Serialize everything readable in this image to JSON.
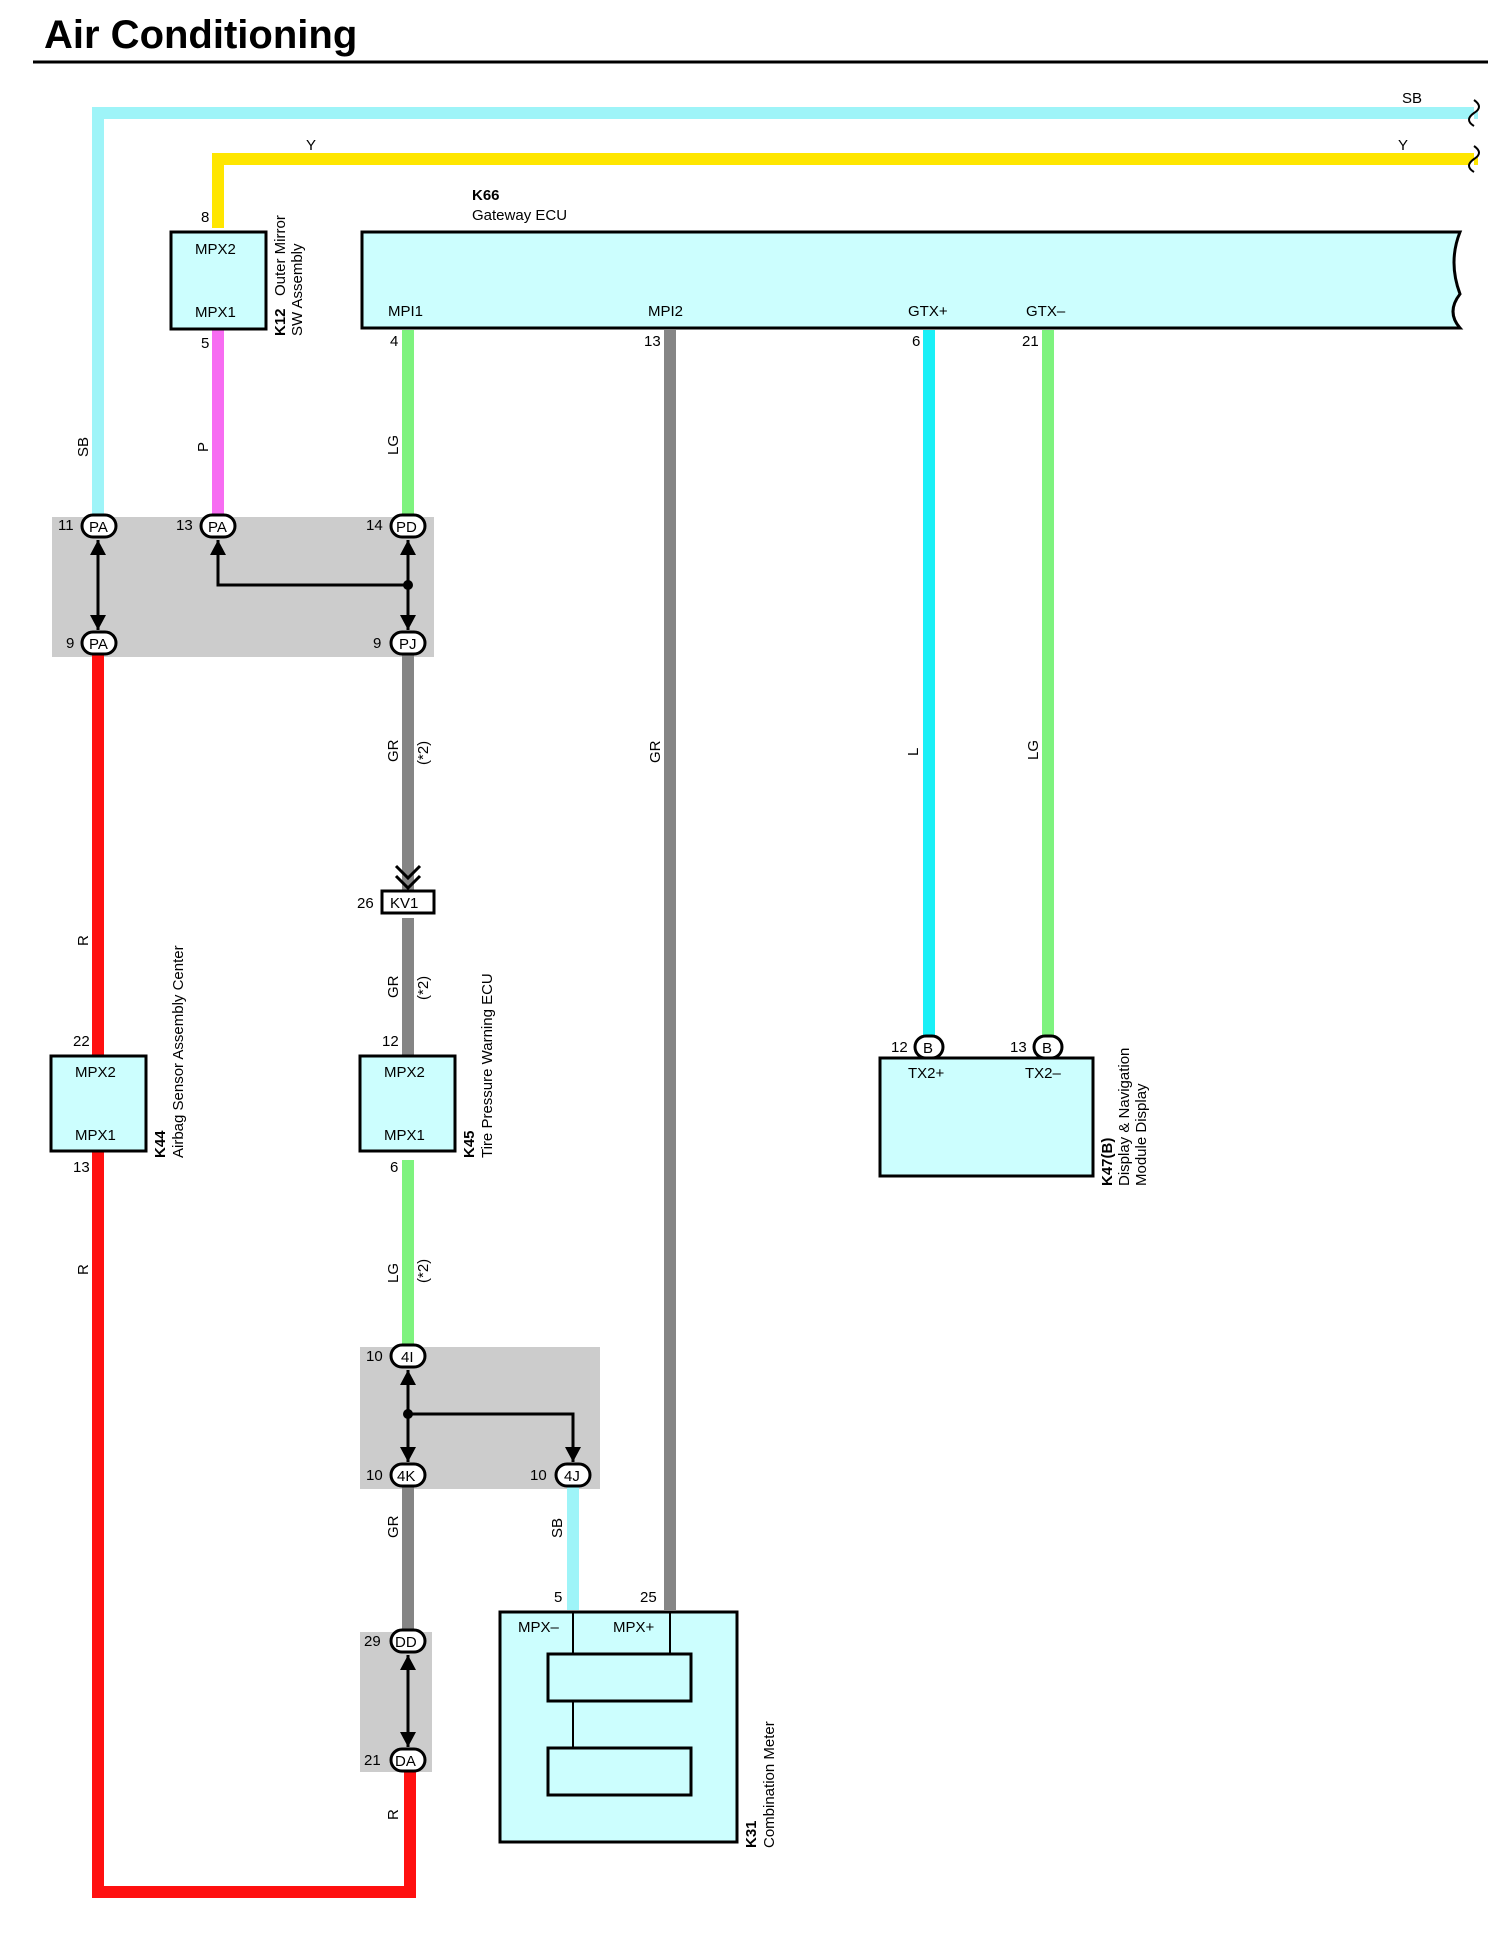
{
  "title": "Air Conditioning",
  "colors": {
    "SB": "#9ef4f8",
    "Y": "#ffe600",
    "P": "#f76cf2",
    "LG": "#7ef37e",
    "GR": "#858585",
    "L": "#19f0f7",
    "R": "#ff1010",
    "component_fill": "#ccfefe",
    "junction_fill": "#cccccc"
  },
  "top_wires": {
    "sb": "SB",
    "y": "Y",
    "y_left": "Y"
  },
  "k66": {
    "code": "K66",
    "name": "Gateway ECU",
    "pins": [
      {
        "label": "MPI1",
        "num": "4",
        "wire": "LG"
      },
      {
        "label": "MPI2",
        "num": "13",
        "wire": "GR"
      },
      {
        "label": "GTX+",
        "num": "6",
        "wire": "L"
      },
      {
        "label": "GTX–",
        "num": "21",
        "wire": "LG"
      }
    ]
  },
  "k12": {
    "code": "K12",
    "name_line1": "Outer Mirror",
    "name_line2": "SW Assembly",
    "pin_top": {
      "label": "MPX2",
      "num": "8"
    },
    "pin_bottom": {
      "label": "MPX1",
      "num": "5"
    },
    "wire_bottom": "P"
  },
  "left_wire": "SB",
  "junction1": {
    "pins": [
      {
        "num": "11",
        "conn": "PA"
      },
      {
        "num": "13",
        "conn": "PA"
      },
      {
        "num": "14",
        "conn": "PD"
      },
      {
        "num": "9",
        "conn": "PA"
      },
      {
        "num": "9",
        "conn": "PJ"
      }
    ]
  },
  "gr_note_1": "GR",
  "star_note": "(*2)",
  "kv1": {
    "num": "26",
    "conn": "KV1"
  },
  "gr_note_2": "GR",
  "k44": {
    "code": "K44",
    "name": "Airbag Sensor Assembly Center",
    "pin_top": {
      "label": "MPX2",
      "num": "22"
    },
    "pin_bottom": {
      "label": "MPX1",
      "num": "13"
    },
    "wire_top": "R",
    "wire_bottom": "R"
  },
  "k45": {
    "code": "K45",
    "name": "Tire Pressure Warning ECU",
    "pin_top": {
      "label": "MPX2",
      "num": "12"
    },
    "pin_bottom": {
      "label": "MPX1",
      "num": "6"
    },
    "wire_bottom": "LG"
  },
  "k47": {
    "code": "K47(B)",
    "name_line1": "Display & Navigation",
    "name_line2": "Module Display",
    "pins": [
      {
        "label": "TX2+",
        "num": "12",
        "conn": "B"
      },
      {
        "label": "TX2–",
        "num": "13",
        "conn": "B"
      }
    ]
  },
  "mpi2_wire": "GR",
  "gtxp_wire": "L",
  "gtxm_wire": "LG",
  "junction2": {
    "pins": [
      {
        "num": "10",
        "conn": "4I"
      },
      {
        "num": "10",
        "conn": "4K"
      },
      {
        "num": "10",
        "conn": "4J"
      }
    ]
  },
  "gr_wire_lower": "GR",
  "sb_wire_lower": "SB",
  "junction3": {
    "pins": [
      {
        "num": "29",
        "conn": "DD"
      },
      {
        "num": "21",
        "conn": "DA"
      }
    ]
  },
  "r_wire_bottom": "R",
  "k31": {
    "code": "K31",
    "name": "Combination Meter",
    "pins": [
      {
        "label": "MPX–",
        "num": "5"
      },
      {
        "label": "MPX+",
        "num": "25"
      }
    ]
  }
}
